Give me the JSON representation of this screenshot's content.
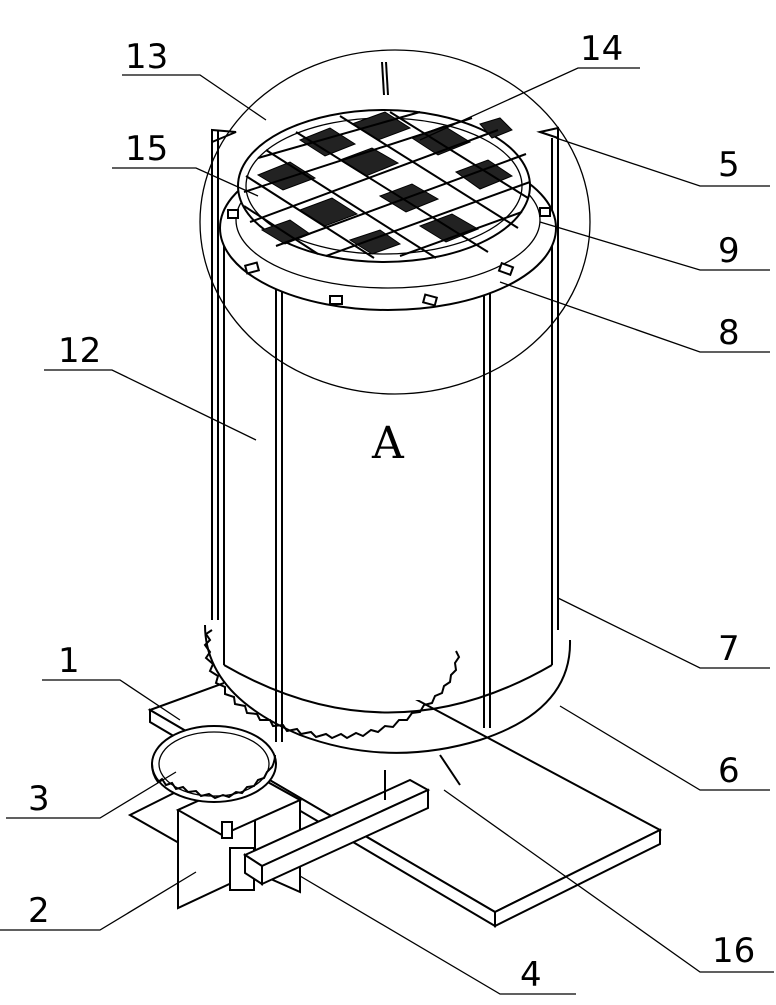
{
  "labels": {
    "p1": "1",
    "p2": "2",
    "p3": "3",
    "p4": "4",
    "p5": "5",
    "p6": "6",
    "p7": "7",
    "p8": "8",
    "p9": "9",
    "p12": "12",
    "p13": "13",
    "p14": "14",
    "p15": "15",
    "p16": "16",
    "detail": "A"
  }
}
